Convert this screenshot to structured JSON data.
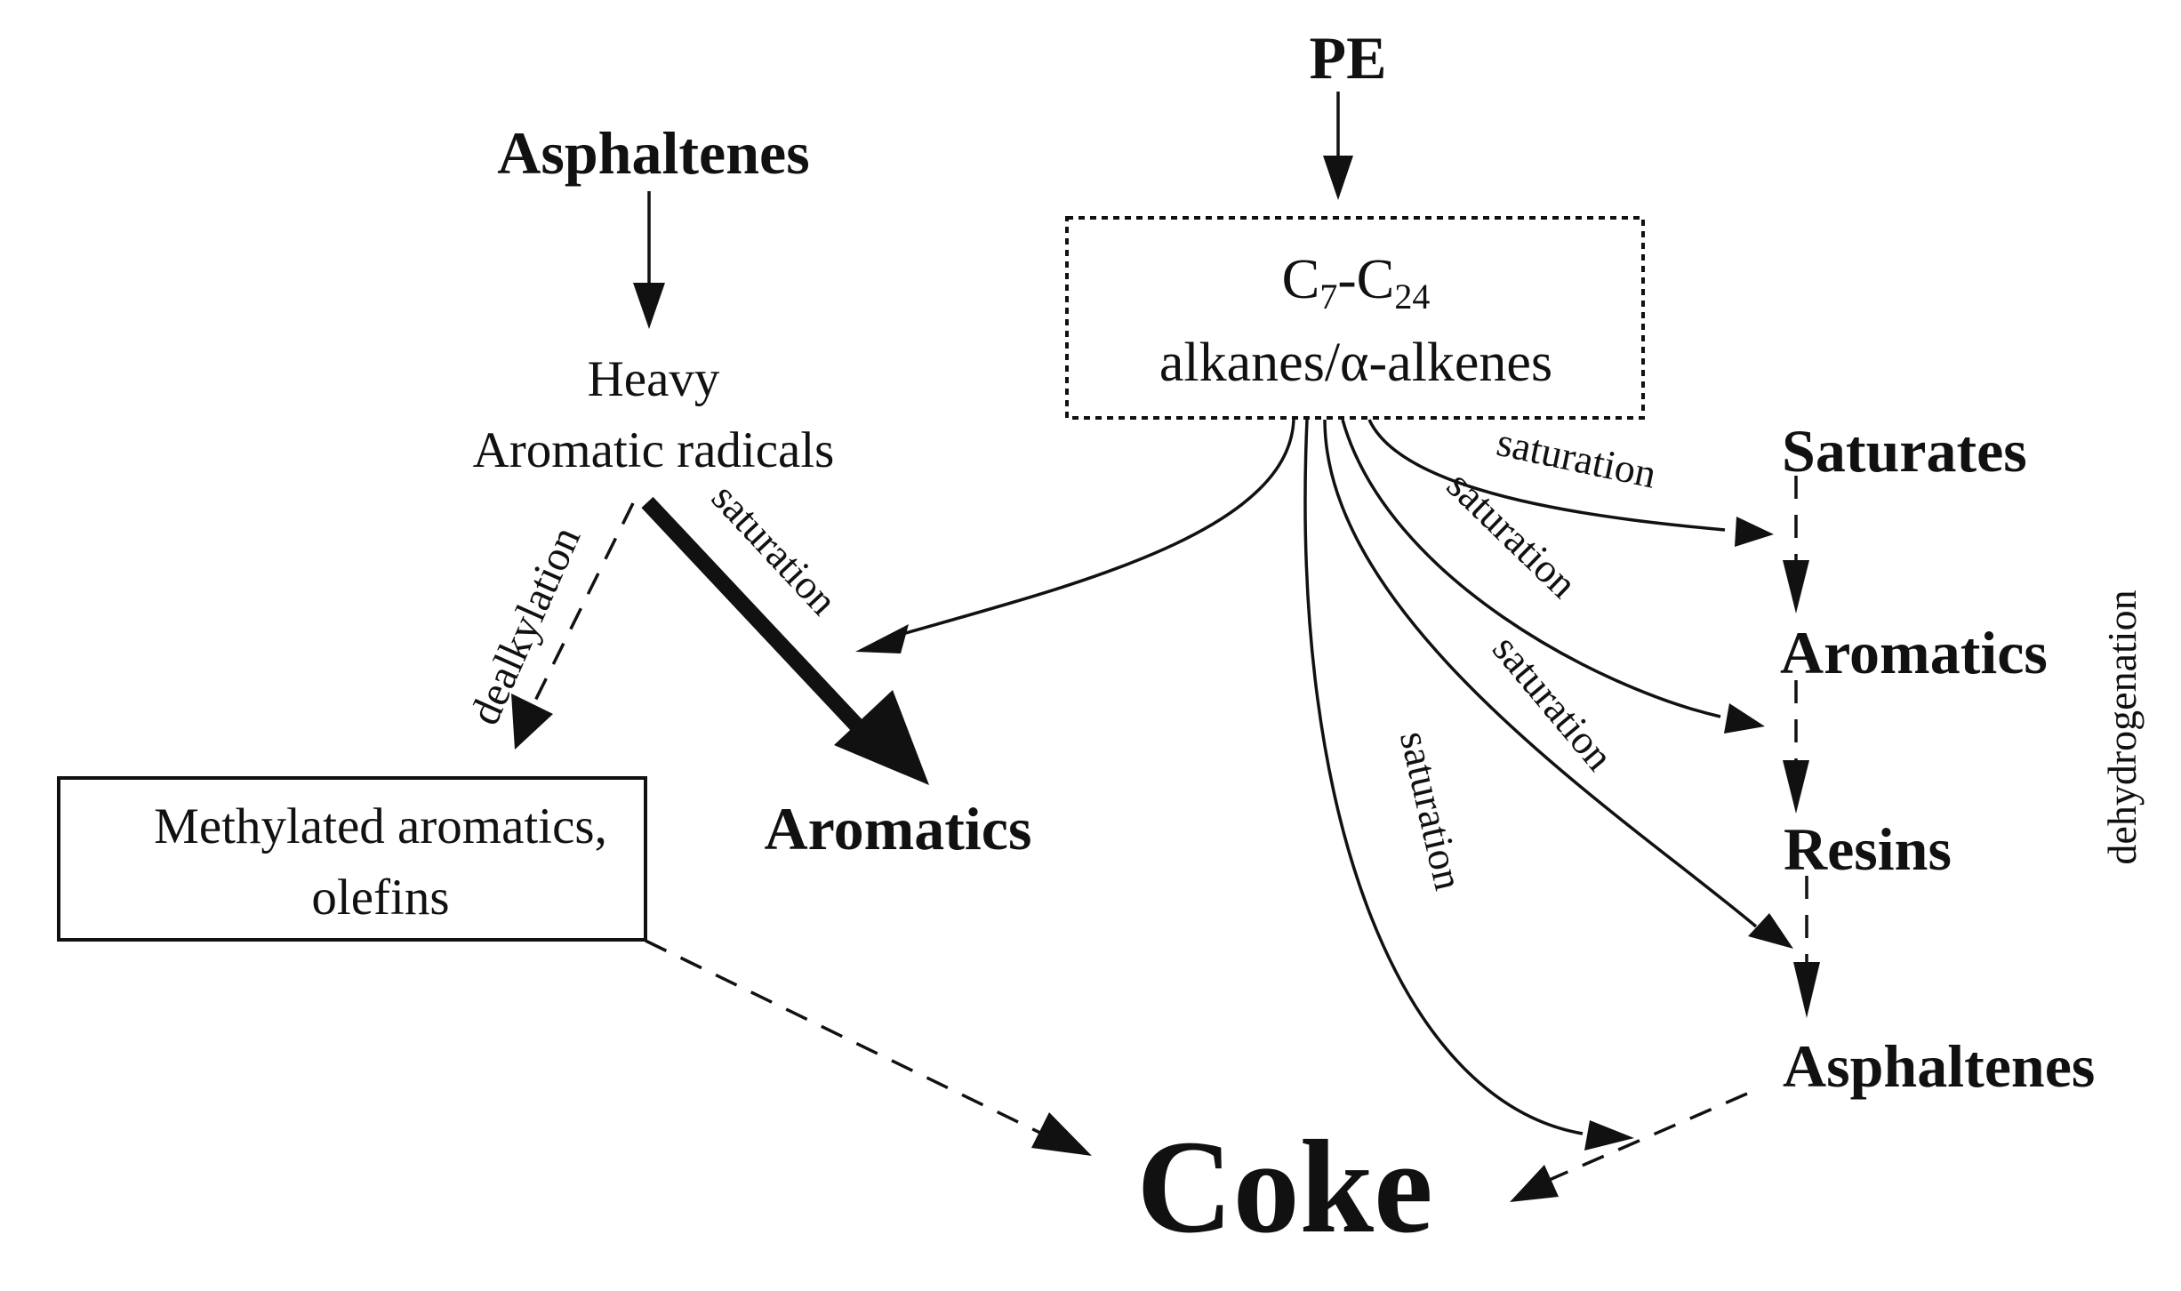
{
  "nodes": {
    "pe": "PE",
    "asphaltenes_top": "Asphaltenes",
    "heavy_line1": "Heavy",
    "heavy_line2": "Aromatic radicals",
    "c_box_c7": "C",
    "c_box_sub7": "7",
    "c_box_dash": "-C",
    "c_box_sub24": "24",
    "c_box_line2": "alkanes/α-alkenes",
    "methylated_line1": "Methylated aromatics,",
    "methylated_line2": "olefins",
    "aromatics_mid": "Aromatics",
    "saturates": "Saturates",
    "aromatics_right": "Aromatics",
    "resins": "Resins",
    "asphaltenes_right": "Asphaltenes",
    "coke": "Coke"
  },
  "edge_labels": {
    "dealkylation": "dealkylation",
    "saturation_thick": "saturation",
    "saturation_saturates": "saturation",
    "saturation_aromatics": "saturation",
    "saturation_asphaltenes": "saturation",
    "saturation_coke": "saturation",
    "dehydrogenation": "dehydrogenation"
  },
  "colors": {
    "ink": "#111111",
    "background": "#ffffff"
  }
}
